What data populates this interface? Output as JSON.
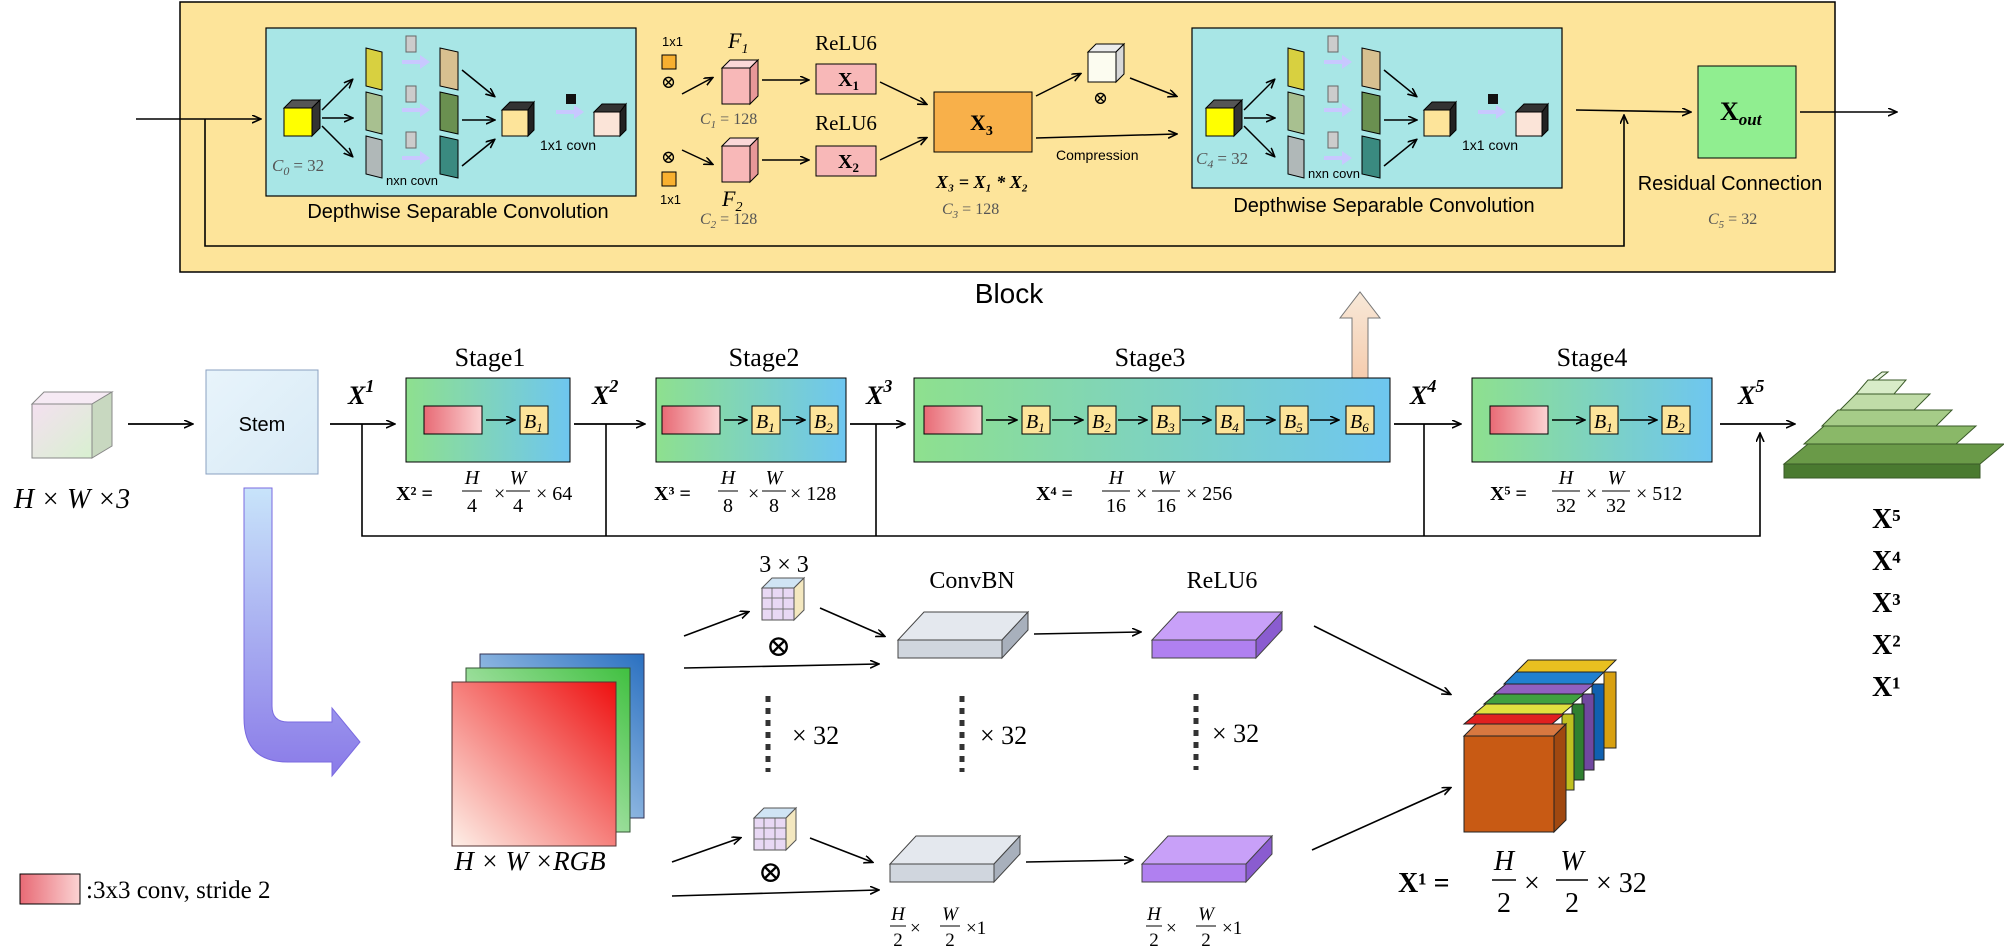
{
  "block": {
    "title": "Block",
    "dsc_label": "Depthwise Separable Convolution",
    "dsc_label_2": "Depthwise Separable Convolution",
    "c0": "C",
    "c0_sub": "0",
    "c0_val": "= 32",
    "c4": "C",
    "c4_sub": "4",
    "c4_val": "= 32",
    "nxn": "nxn covn",
    "nxn_2": "nxn covn",
    "conv1x1": "1x1 covn",
    "conv1x1_2": "1x1 covn",
    "k_top": "1x1",
    "k_bottom": "1x1",
    "otimes": "⊗",
    "f1": "F",
    "f1_sub": "1",
    "f2": "F",
    "f2_sub": "2",
    "c1": "C",
    "c1_sub": "1",
    "c1_val": "= 128",
    "c2": "C",
    "c2_sub": "2",
    "c2_val": "= 128",
    "relu_top": "ReLU6",
    "relu_bottom": "ReLU6",
    "x1": "X",
    "x1_sub": "1",
    "x2": "X",
    "x2_sub": "2",
    "x3": "X",
    "x3_sub": "3",
    "x3_eq": "X₃ = X₁ * X₂",
    "c3": "C",
    "c3_sub": "3",
    "c3_val": "= 128",
    "compression": "Compression",
    "xout": "X",
    "xout_sub": "out",
    "residual": "Residual Connection",
    "c5": "C",
    "c5_sub": "5",
    "c5_val": "= 32"
  },
  "pipeline": {
    "input_label": "H × W ×3",
    "stem": "Stem",
    "x_labels": [
      "X",
      "X",
      "X",
      "X",
      "X"
    ],
    "x_sups": [
      "1",
      "2",
      "3",
      "4",
      "5"
    ],
    "stages": [
      {
        "title": "Stage1",
        "blocks": [
          "B",
          "1"
        ],
        "eq_left": "X²  =",
        "eq_mid": "× 64",
        "h": "H",
        "hd": "4",
        "w": "W",
        "wd": "4"
      },
      {
        "title": "Stage2",
        "eq_left": "X³  =",
        "eq_mid": "× 128",
        "h": "H",
        "hd": "8",
        "w": "W",
        "wd": "8"
      },
      {
        "title": "Stage3",
        "eq_left": "X⁴  =",
        "eq_mid": "× 256",
        "h": "H",
        "hd": "16",
        "w": "W",
        "wd": "16"
      },
      {
        "title": "Stage4",
        "eq_left": "X⁵  =",
        "eq_mid": "× 512",
        "h": "H",
        "hd": "32",
        "w": "W",
        "wd": "32"
      }
    ],
    "b": "B",
    "b_subs": [
      "1",
      "2",
      "3",
      "4",
      "5",
      "6"
    ],
    "outputs": [
      "X⁵",
      "X⁴",
      "X³",
      "X²",
      "X¹"
    ]
  },
  "stem_detail": {
    "rgb_label": "H × W ×RGB",
    "kernel": "3 × 3",
    "convbn": "ConvBN",
    "relu6": "ReLU6",
    "times32_a": "× 32",
    "times32_b": "× 32",
    "times32_c": "× 32",
    "otimes_top": "⊗",
    "otimes_bottom": "⊗",
    "out_eq_left": "X¹ =",
    "out_h": "H",
    "out_hd": "2",
    "out_w": "W",
    "out_wd": "2",
    "out_c": "× 32",
    "small_h": "H",
    "small_hd": "2",
    "small_w": "W",
    "small_wd": "2",
    "small_c": "×1",
    "small_h2": "H",
    "small_hd2": "2",
    "small_w2": "W",
    "small_wd2": "2",
    "small_c2": "×1"
  },
  "legend": {
    "label": ":3x3 conv, stride 2"
  },
  "colors": {
    "block_bg": "#fde49a",
    "dsc_bg": "#a8e6e6",
    "stage_grad_start": "#8ee08e",
    "stage_grad_end": "#6ec6f0",
    "conv_red": "#f29aa0",
    "b_box": "#fde49a",
    "x3_orange": "#f8b04a",
    "xout_green": "#90ee90",
    "pink_rect": "#f8b8b8",
    "pyramid_green": "#5a8a3c",
    "purple": "#b080f0",
    "gray_slab": "#d8dde6"
  }
}
